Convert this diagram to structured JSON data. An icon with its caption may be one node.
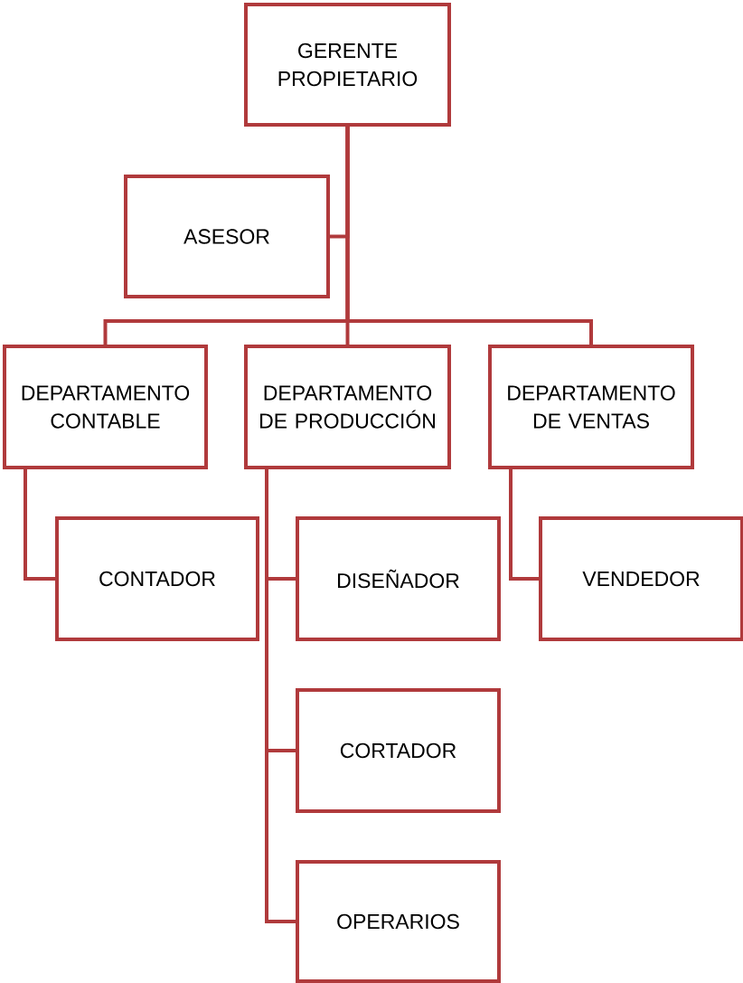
{
  "diagram": {
    "nodes": [
      {
        "text": [
          "GERENTE PROPIETARIO"
        ]
      },
      {
        "text": [
          "ASESOR"
        ]
      },
      {
        "text": [
          "DEPARTAMENTO CONTABLE"
        ]
      },
      {
        "text": [
          "DEPARTAMENTO DE PRODUCCIÓN"
        ]
      },
      {
        "text": [
          "DEPARTAMENTO DE VENTAS"
        ]
      },
      {
        "text": [
          "CONTADOR"
        ]
      },
      {
        "text": [
          "DISEÑADOR"
        ]
      },
      {
        "text": [
          "VENDEDOR"
        ]
      },
      {
        "text": [
          "CORTADOR"
        ]
      },
      {
        "text": [
          "OPERARIOS"
        ]
      }
    ],
    "edges": [
      {
        "from": 0,
        "to": 1,
        "arrow": "none"
      },
      {
        "from": 0,
        "to": 2,
        "arrow": "none"
      },
      {
        "from": 0,
        "to": 3,
        "arrow": "none"
      },
      {
        "from": 0,
        "to": 4,
        "arrow": "none"
      },
      {
        "from": 2,
        "to": 5,
        "arrow": "none"
      },
      {
        "from": 3,
        "to": 6,
        "arrow": "none"
      },
      {
        "from": 3,
        "to": 8,
        "arrow": "none"
      },
      {
        "from": 3,
        "to": 9,
        "arrow": "none"
      },
      {
        "from": 4,
        "to": 7,
        "arrow": "none"
      }
    ]
  }
}
